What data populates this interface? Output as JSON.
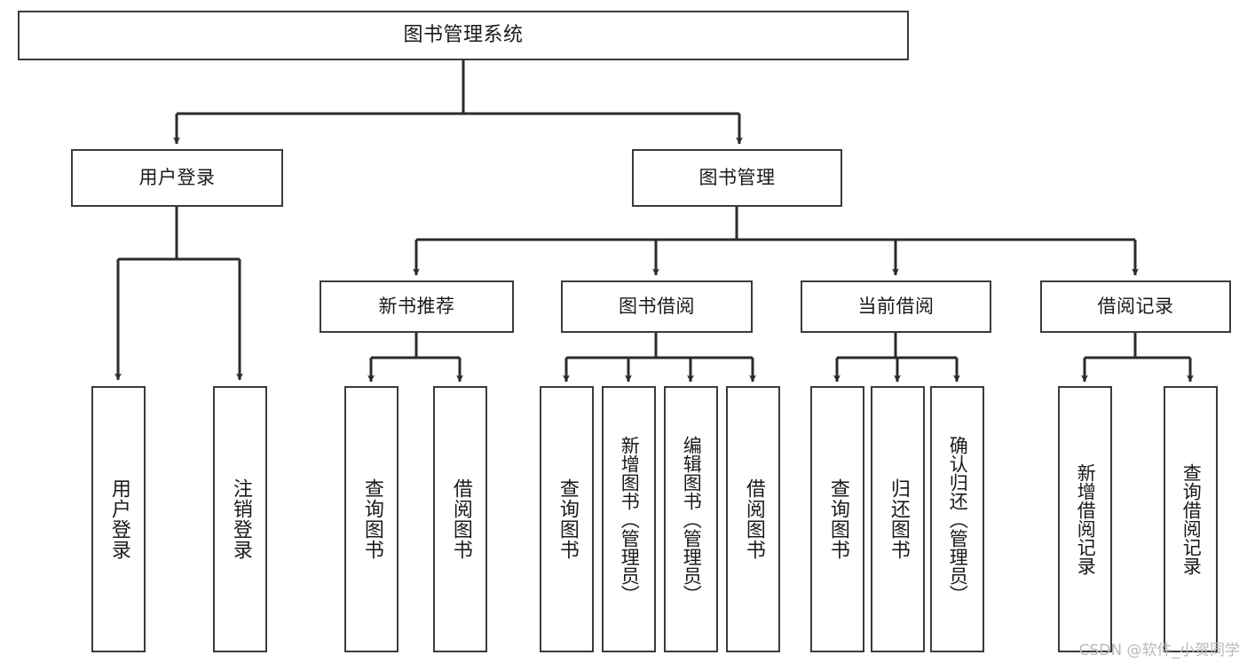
{
  "diagram": {
    "title": "图书管理系统",
    "watermark": "CSDN @软件_小贺同学",
    "line_color": "#3b3b3b",
    "box_fill": "#ffffff",
    "text_color": "#1a1a1a",
    "watermark_color": "#b9b9b9",
    "levels": {
      "root": {
        "label": "图书管理系统"
      },
      "level2": [
        {
          "label": "用户登录"
        },
        {
          "label": "图书管理"
        }
      ],
      "level3": [
        {
          "label": "新书推荐"
        },
        {
          "label": "图书借阅"
        },
        {
          "label": "当前借阅"
        },
        {
          "label": "借阅记录"
        }
      ],
      "leaves": {
        "user_login": [
          {
            "label": "用户登录"
          },
          {
            "label": "注销登录"
          }
        ],
        "new_book_recommend": [
          {
            "label": "查询图书"
          },
          {
            "label": "借阅图书"
          }
        ],
        "book_borrow": [
          {
            "label": "查询图书"
          },
          {
            "label": "新增图书（管理员）"
          },
          {
            "label": "编辑图书（管理员）"
          },
          {
            "label": "借阅图书"
          }
        ],
        "current_borrow": [
          {
            "label": "查询图书"
          },
          {
            "label": "归还图书"
          },
          {
            "label": "确认归还（管理员）"
          }
        ],
        "borrow_record": [
          {
            "label": "新增借阅记录"
          },
          {
            "label": "查询借阅记录"
          }
        ]
      }
    }
  }
}
